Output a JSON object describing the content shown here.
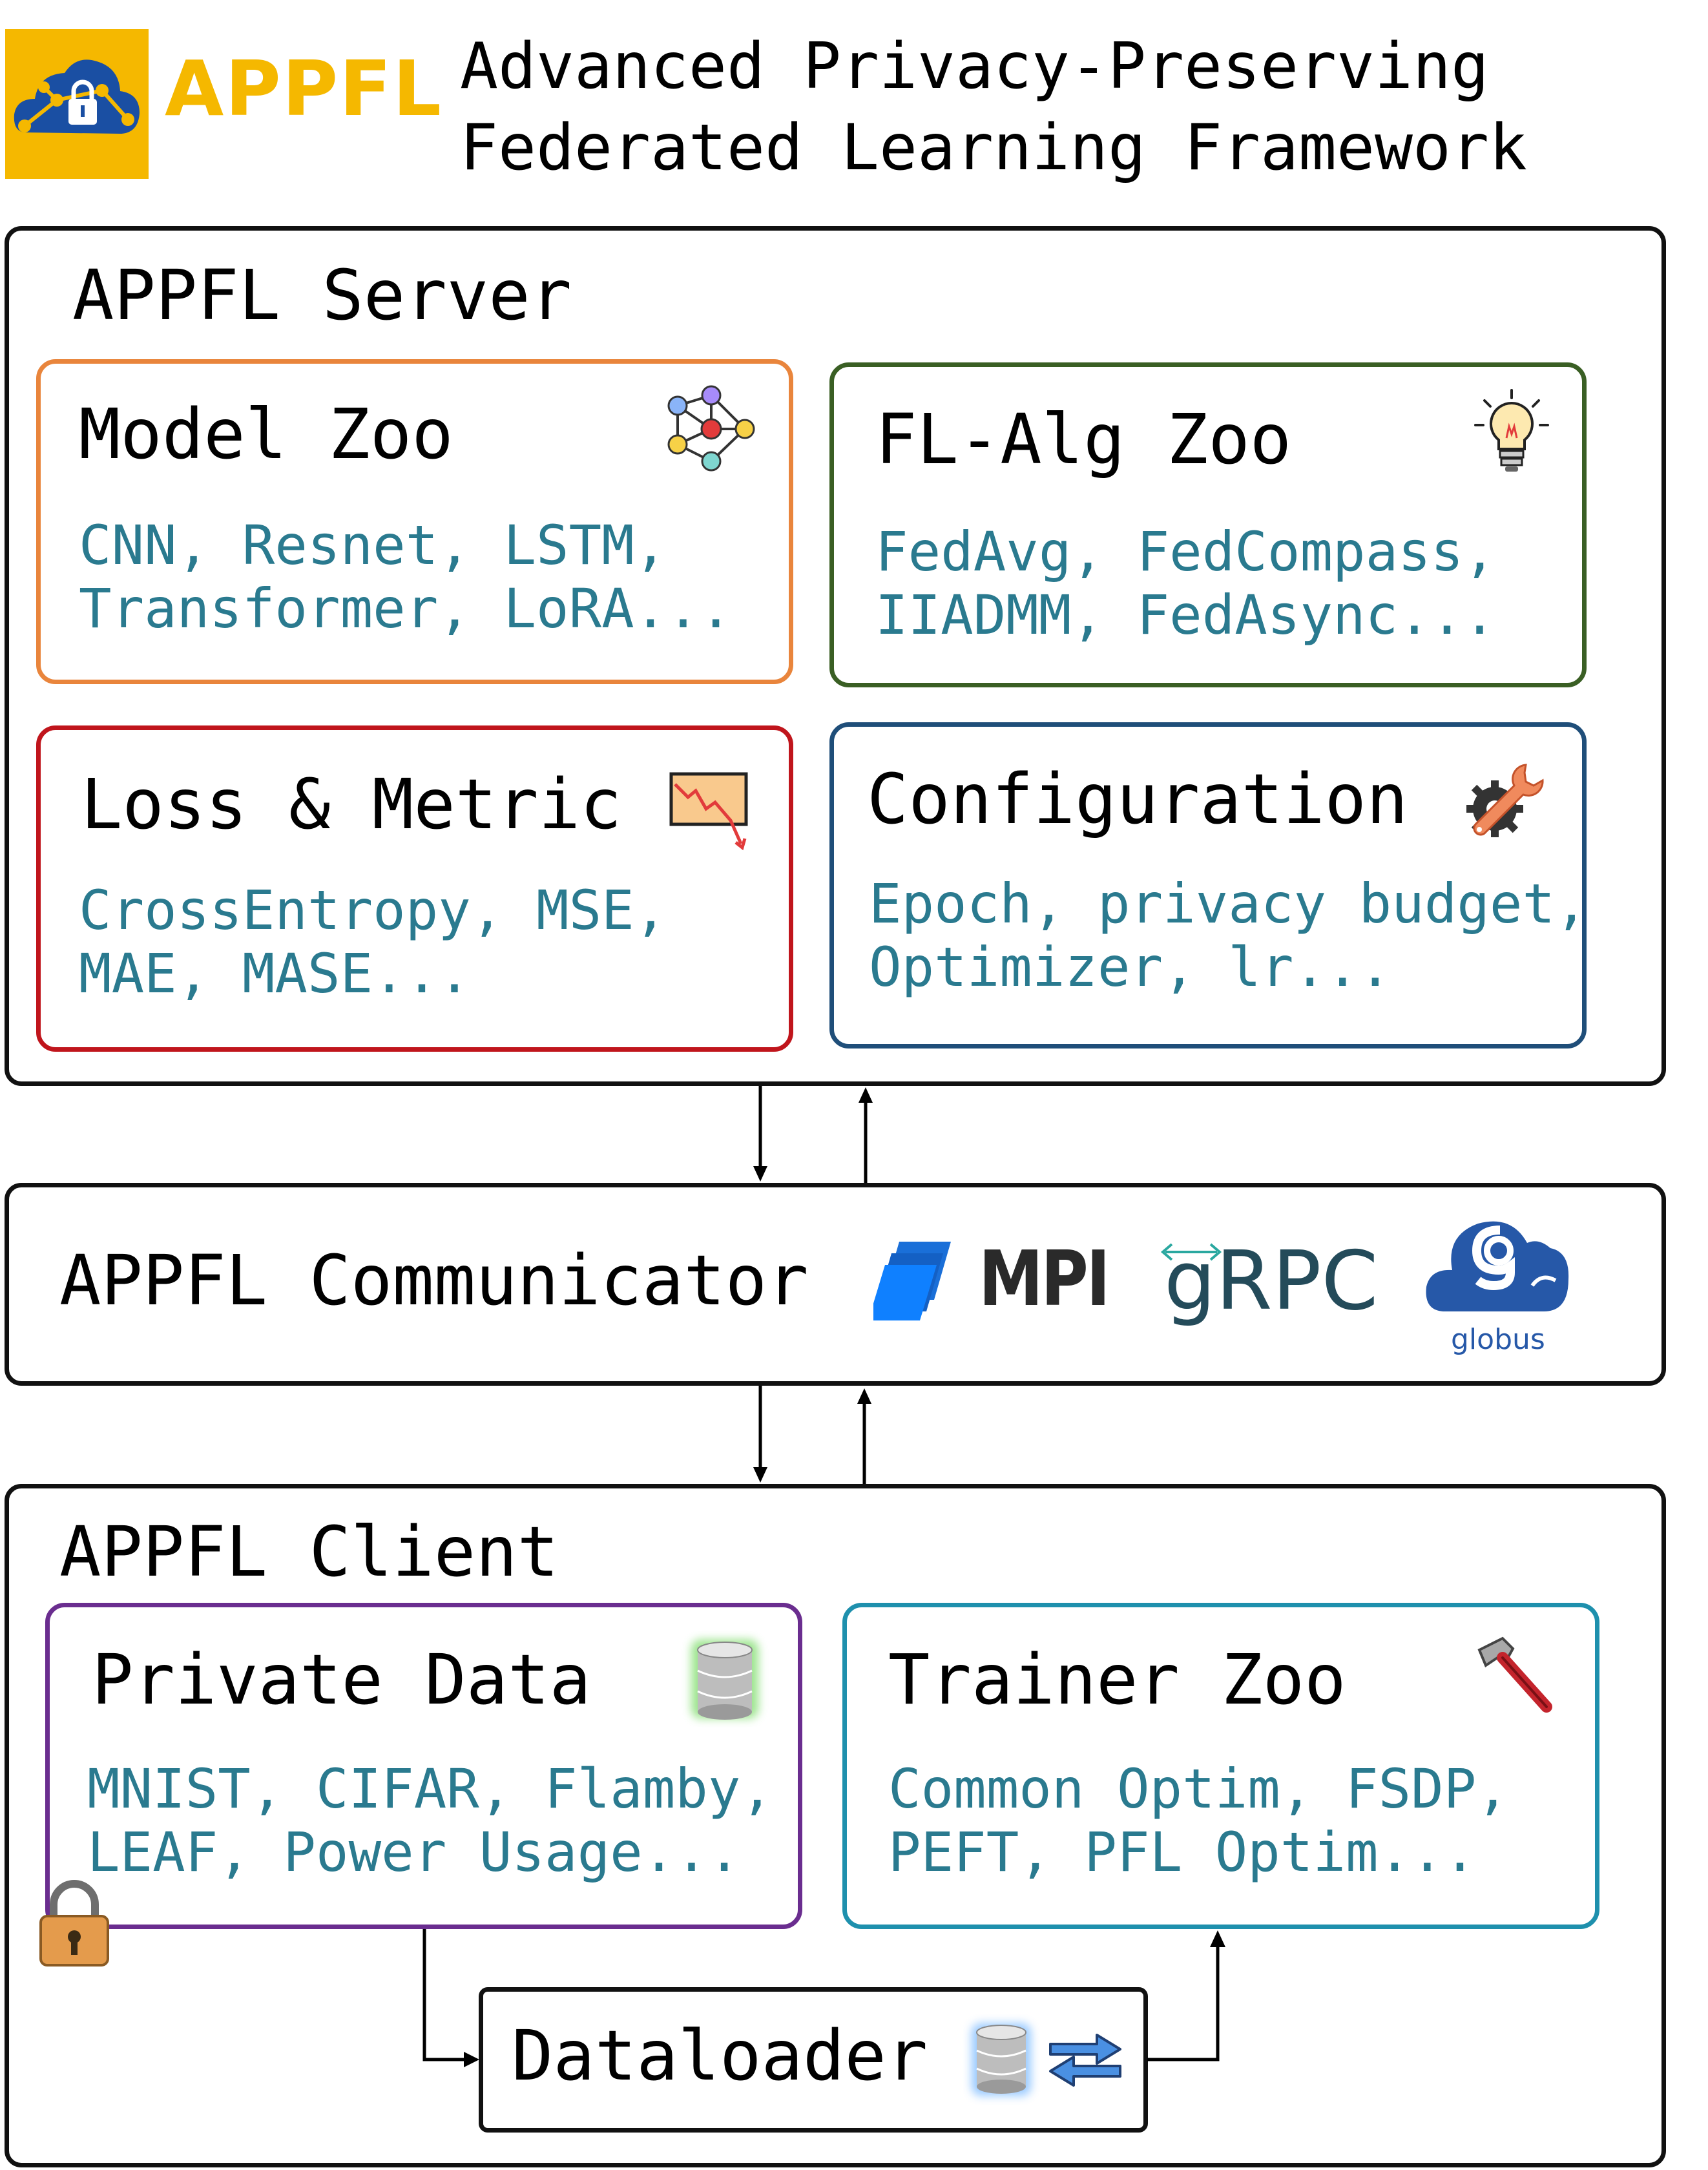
{
  "header": {
    "logo_text": "APPFL",
    "title_line1": "Advanced Privacy-Preserving",
    "title_line2": "Federated Learning Framework"
  },
  "server": {
    "title": "APPFL Server",
    "cards": [
      {
        "title": "Model Zoo",
        "line1": "CNN, Resnet, LSTM,",
        "line2": "Transformer, LoRA...",
        "color": "#e9853c",
        "icon": "network-graph-icon"
      },
      {
        "title": "FL-Alg Zoo",
        "line1": "FedAvg, FedCompass,",
        "line2": "IIADMM, FedAsync...",
        "color": "#3a5f24",
        "icon": "lightbulb-icon"
      },
      {
        "title": "Loss & Metric",
        "line1": "CrossEntropy, MSE,",
        "line2": "MAE, MASE...",
        "color": "#c0151c",
        "icon": "declining-chart-icon"
      },
      {
        "title": "Configuration",
        "line1": "Epoch, privacy budget,",
        "line2": "Optimizer, lr...",
        "color": "#1f4e79",
        "icon": "gear-wrench-icon"
      }
    ]
  },
  "communicator": {
    "title": "APPFL Communicator",
    "logos": {
      "mpi": "MPI",
      "grpc": "gRPC",
      "globus": "globus"
    }
  },
  "client": {
    "title": "APPFL Client",
    "cards": [
      {
        "title": "Private Data",
        "line1": "MNIST, CIFAR, Flamby,",
        "line2": "LEAF, Power Usage...",
        "color": "#6a2d8f",
        "icon": "database-icon"
      },
      {
        "title": "Trainer Zoo",
        "line1": "Common Optim, FSDP,",
        "line2": "PEFT, PFL Optim...",
        "color": "#1e90ad",
        "icon": "hammer-icon"
      }
    ],
    "dataloader": {
      "title": "Dataloader"
    }
  },
  "colors": {
    "body_text": "#2a7a8f",
    "accent": "#f5b800"
  }
}
